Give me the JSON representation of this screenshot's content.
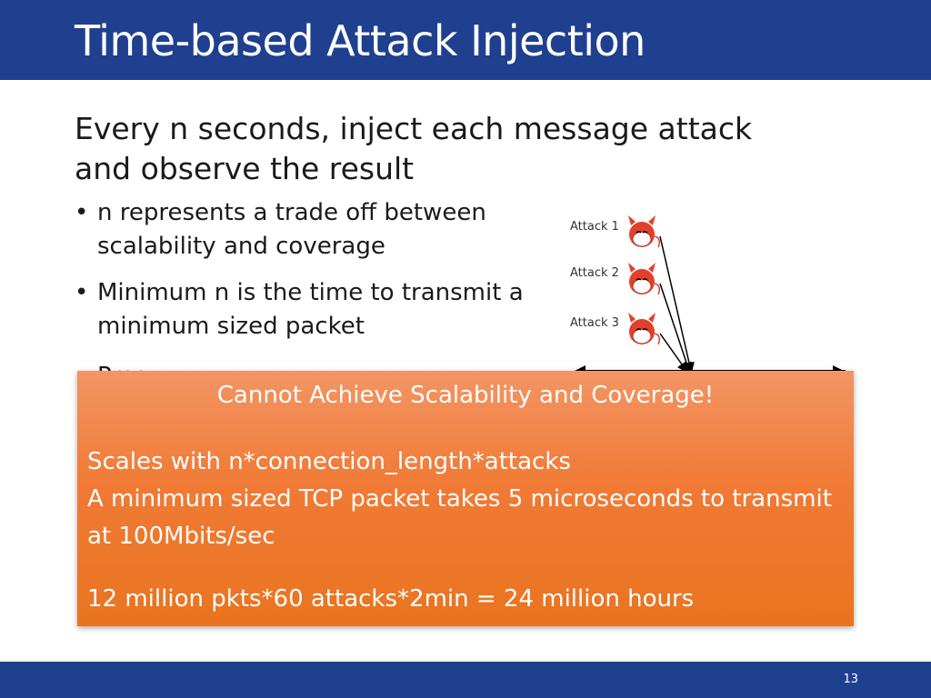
{
  "slide": {
    "title": "Time-based Attack Injection",
    "heading": "Every n seconds, inject each message attack and observe the result",
    "bullets": [
      "n represents a trade off between scalability and coverage",
      "Minimum n is the time to transmit a minimum sized packet",
      "Pros"
    ],
    "page_number": "13"
  },
  "diagram": {
    "attacks": [
      "Attack 1",
      "Attack 2",
      "Attack 3"
    ],
    "devil_color": "#e2402a",
    "line_color": "#000000"
  },
  "overlay": {
    "title": "Cannot Achieve Scalability and Coverage!",
    "lines": [
      "Scales with n*connection_length*attacks",
      "A minimum sized TCP packet takes 5 microseconds to transmit at 100Mbits/sec"
    ],
    "result": "12 million pkts*60 attacks*2min = 24 million hours",
    "color": "#f07a35"
  },
  "theme": {
    "bar_color": "#1f3f8f"
  }
}
